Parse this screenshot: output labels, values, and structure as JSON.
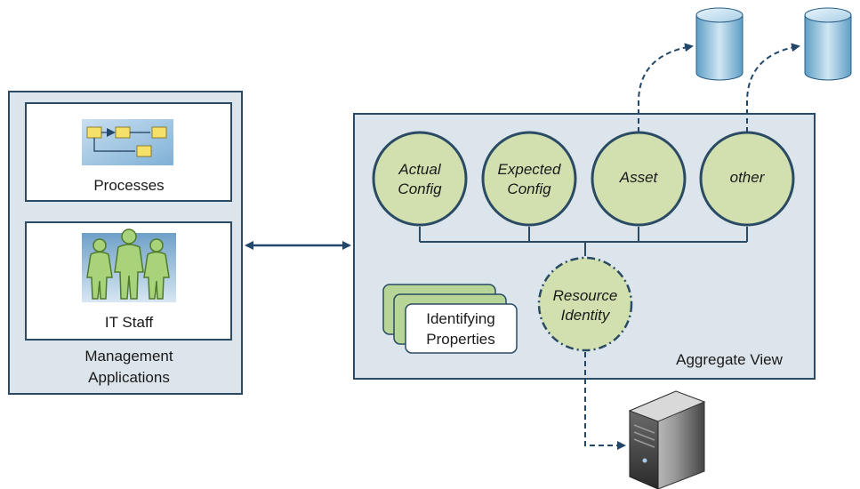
{
  "management": {
    "caption_line1": "Management",
    "caption_line2": "Applications",
    "processes_label": "Processes",
    "staff_label": "IT Staff"
  },
  "aggregate": {
    "caption": "Aggregate View",
    "circles": [
      {
        "line1": "Actual",
        "line2": "Config"
      },
      {
        "line1": "Expected",
        "line2": "Config"
      },
      {
        "line1": "Asset",
        "line2": ""
      },
      {
        "line1": "other",
        "line2": ""
      }
    ],
    "identity": {
      "line1": "Resource",
      "line2": "Identity"
    },
    "properties": {
      "line1": "Identifying",
      "line2": "Properties"
    }
  },
  "colors": {
    "panel_fill": "#dbe5eb",
    "panel_stroke": "#2a4b63",
    "circle_fill": "#d2e0b0",
    "circle_stroke": "#2a4b63",
    "connector": "#23476a"
  },
  "icons": {
    "process_flow": "process-flow-icon",
    "staff": "people-icon",
    "database": "database-icon",
    "server": "server-icon",
    "stack": "stacked-cards-icon"
  }
}
